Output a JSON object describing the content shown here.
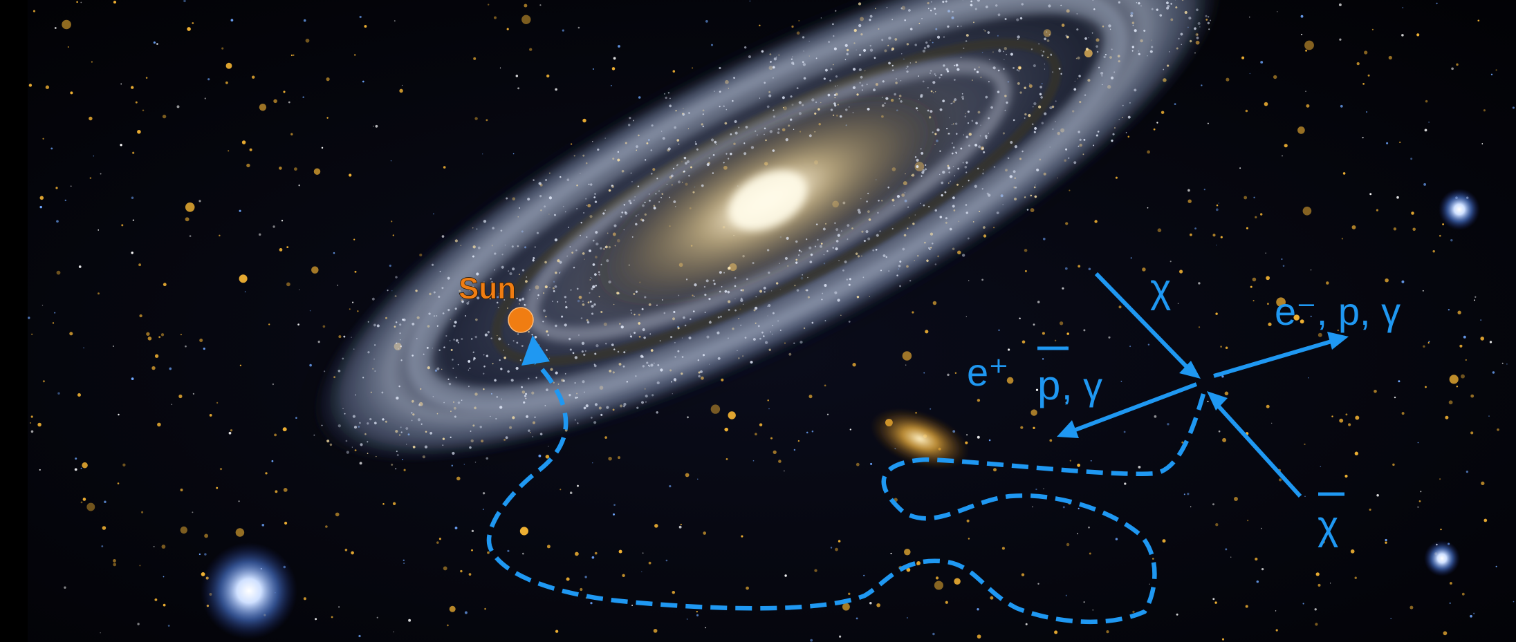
{
  "scene": {
    "labels": {
      "sun": "Sun",
      "chi": "χ",
      "chi_bar": "χ",
      "products_right": "e⁻, p, γ",
      "products_left_e": "e⁺",
      "products_left_p": "p",
      "products_left_gamma": ", γ"
    },
    "colors": {
      "background": "#04040a",
      "galaxy_core": "#f4ead0",
      "galaxy_dust": "#b49a62",
      "galaxy_arms": "#c9d6ee",
      "star_gold": "#f2b233",
      "star_blue": "#6fa7ff",
      "sun_fill": "#f07d12",
      "sun_label": "#f07d12",
      "cosmic_ray_path": "#1f98f2",
      "annihilation_diagram": "#1f98f2"
    },
    "icons": {
      "sun_marker": "orange-circle-icon",
      "arrowhead": "triangle-arrow-icon"
    }
  }
}
